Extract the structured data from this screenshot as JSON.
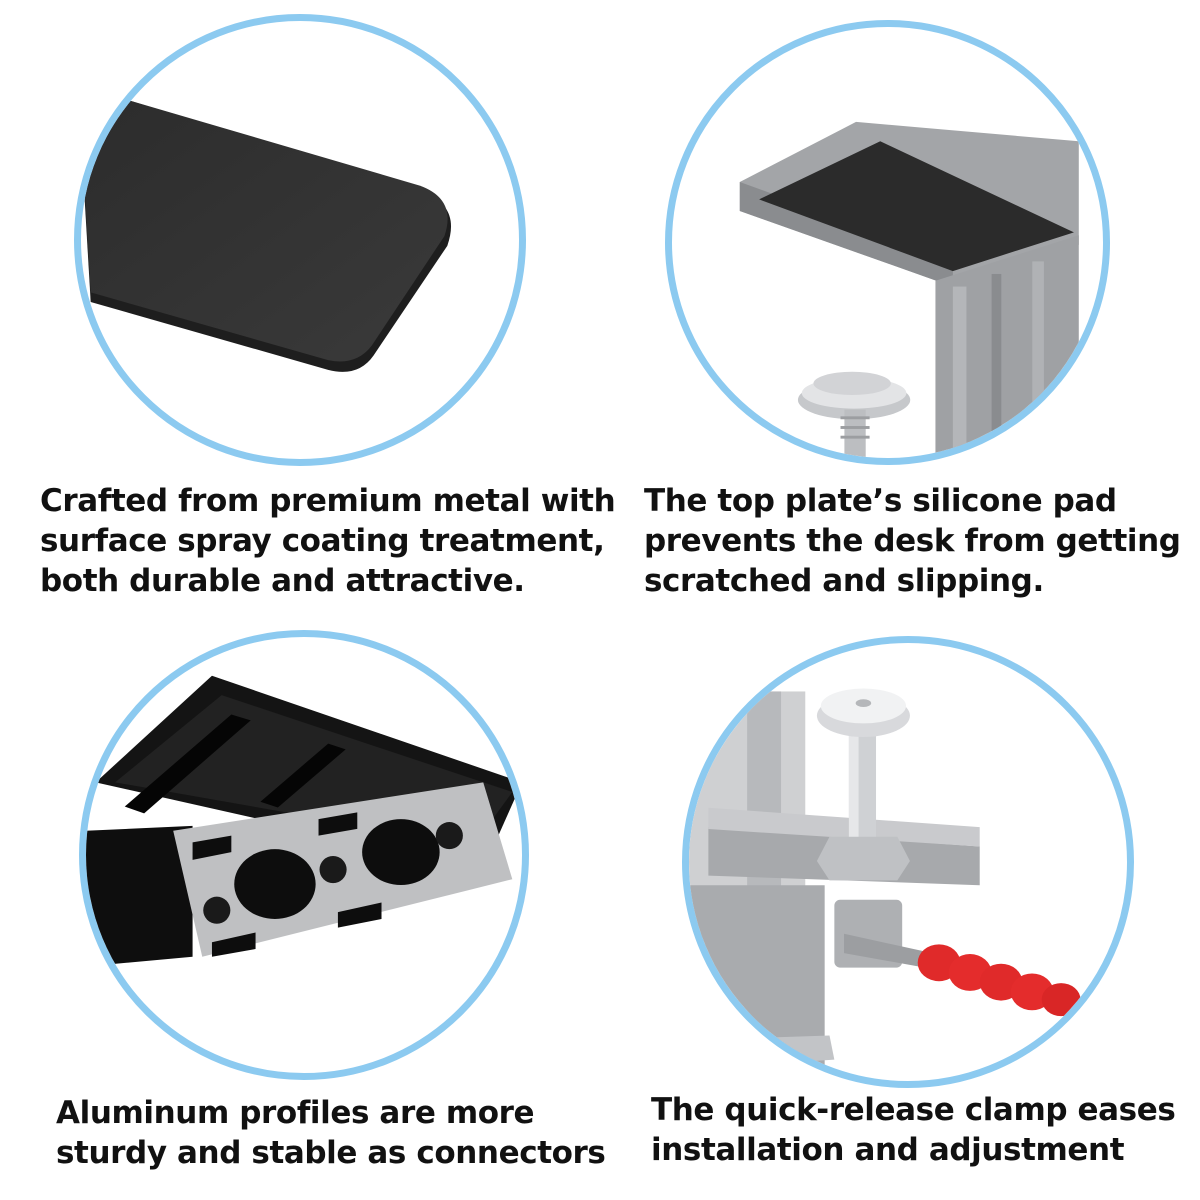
{
  "accent_color": "#8ccaf0",
  "panels": [
    {
      "image_icon": "black-coated-metal-plate",
      "lines": [
        "Crafted from premium metal with",
        "surface spray coating treatment,",
        "both durable and attractive."
      ]
    },
    {
      "image_icon": "top-plate-silicone-pad",
      "lines": [
        "The top plate’s silicone pad",
        "prevents the desk from getting",
        "scratched and slipping."
      ]
    },
    {
      "image_icon": "aluminum-profile",
      "lines": [
        "Aluminum profiles are more",
        "sturdy and stable as connectors"
      ]
    },
    {
      "image_icon": "quick-release-clamp",
      "lines": [
        "The quick-release clamp eases",
        "installation and adjustment"
      ]
    }
  ]
}
